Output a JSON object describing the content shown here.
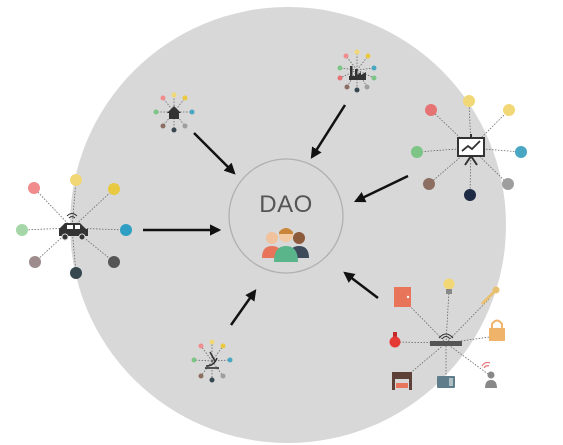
{
  "center": {
    "label": "DAO",
    "icon": "people-group-icon"
  },
  "colors": {
    "big_circle": "#d8d8d8",
    "ring": "#b0b0b0",
    "arrow": "#111111",
    "icon": "#333333",
    "dots": [
      "#f08c8c",
      "#f2d776",
      "#e9c940",
      "#49a7c4",
      "#7cc585",
      "#8d6e63",
      "#9e9e9e",
      "#37474f",
      "#e57373",
      "#555555"
    ]
  },
  "clusters": [
    {
      "name": "home",
      "icon": "house-icon"
    },
    {
      "name": "factory",
      "icon": "factory-icon"
    },
    {
      "name": "analytics",
      "icon": "presentation-chart-icon"
    },
    {
      "name": "vehicle",
      "icon": "connected-car-icon"
    },
    {
      "name": "science",
      "icon": "microscope-icon"
    },
    {
      "name": "iot",
      "icon": "iot-hub-icon"
    }
  ],
  "iot_devices": [
    "door-icon",
    "light-bulb-icon",
    "wrench-icon",
    "padlock-icon",
    "thermostat-icon",
    "garage-icon",
    "card-reader-icon",
    "person-wifi-icon"
  ]
}
